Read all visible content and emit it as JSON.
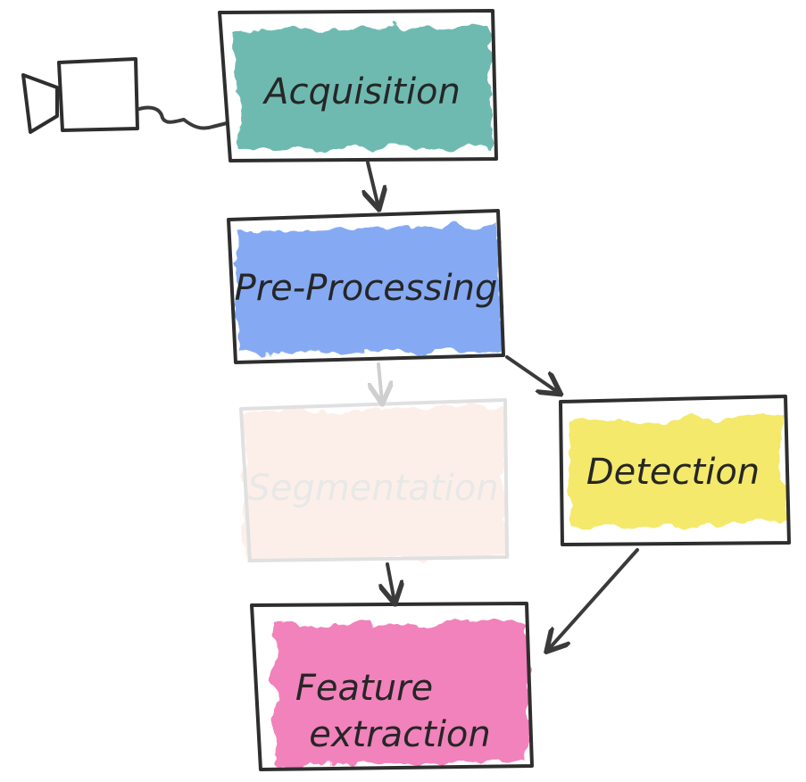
{
  "nodes": {
    "acquisition": {
      "label": "Acquisition",
      "color": "#5fb3a9"
    },
    "preprocessing": {
      "label": "Pre-Processing",
      "color": "#6f9cf2"
    },
    "segmentation": {
      "label": "Segmentation",
      "color": "#fbe2d8"
    },
    "detection": {
      "label": "Detection",
      "color": "#f4e96a"
    },
    "feature_extraction": {
      "label_line1": "Feature",
      "label_line2": "extraction",
      "color": "#f075b4"
    }
  },
  "camera": {
    "icon": "video-camera-icon"
  },
  "edges": [
    {
      "from": "acquisition",
      "to": "preprocessing"
    },
    {
      "from": "preprocessing",
      "to": "segmentation",
      "faded": true
    },
    {
      "from": "preprocessing",
      "to": "detection"
    },
    {
      "from": "segmentation",
      "to": "feature_extraction"
    },
    {
      "from": "detection",
      "to": "feature_extraction"
    }
  ]
}
